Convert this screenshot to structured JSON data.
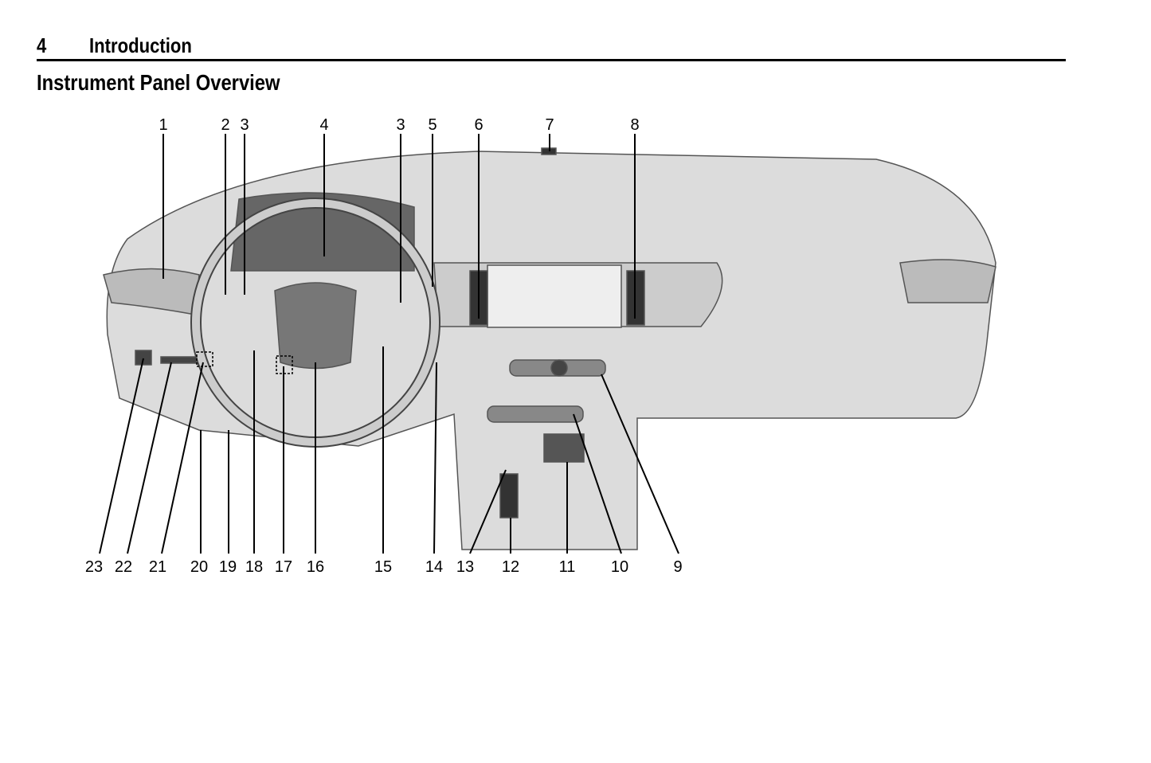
{
  "header": {
    "page_number": "4",
    "section": "Introduction"
  },
  "title": "Instrument Panel Overview",
  "diagram": {
    "top_callouts": [
      "1",
      "2",
      "3",
      "4",
      "3",
      "5",
      "6",
      "7",
      "8"
    ],
    "bottom_callouts": [
      "23",
      "22",
      "21",
      "20",
      "19",
      "18",
      "17",
      "16",
      "15",
      "14",
      "13",
      "12",
      "11",
      "10",
      "9"
    ]
  }
}
